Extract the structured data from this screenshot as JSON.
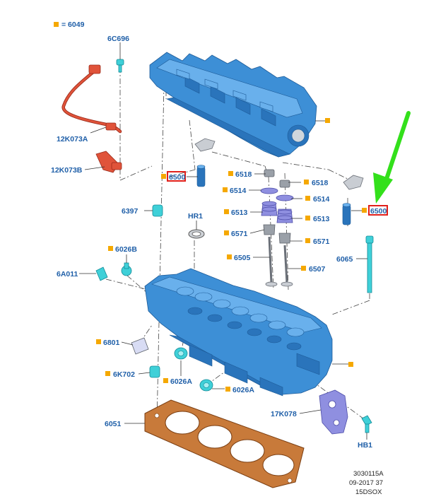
{
  "legend": {
    "marker_color": "#f5a800",
    "text": "= 6049"
  },
  "labels": {
    "6C696": "6C696",
    "12K073A": "12K073A",
    "12K073B": "12K073B",
    "6500_left": "6500",
    "6500_right": "6500",
    "6518_left": "6518",
    "6518_right": "6518",
    "6514_left": "6514",
    "6514_right": "6514",
    "6513_left": "6513",
    "6513_right": "6513",
    "6571_left": "6571",
    "6571_right": "6571",
    "6505": "6505",
    "6507": "6507",
    "6065": "6065",
    "6397": "6397",
    "HR1": "HR1",
    "6026B": "6026B",
    "6A011": "6A011",
    "6801": "6801",
    "6K702": "6K702",
    "6026A_left": "6026A",
    "6026A_right": "6026A",
    "17K078": "17K078",
    "HB1": "HB1",
    "6051": "6051"
  },
  "highlight": {
    "color": "#e0201b",
    "note_labels": [
      "6500",
      "6500"
    ]
  },
  "arrow": {
    "color": "#33e01b",
    "icon": "green-arrow-icon"
  },
  "caption": {
    "line1": "3030115A",
    "line2": "09-2017 37",
    "line3": "15DSOX"
  },
  "colors": {
    "label_text": "#1f5fa8",
    "part_blue": "#3d8fd6",
    "part_cyan": "#3fd0d8",
    "gasket": "#c87a3a"
  }
}
